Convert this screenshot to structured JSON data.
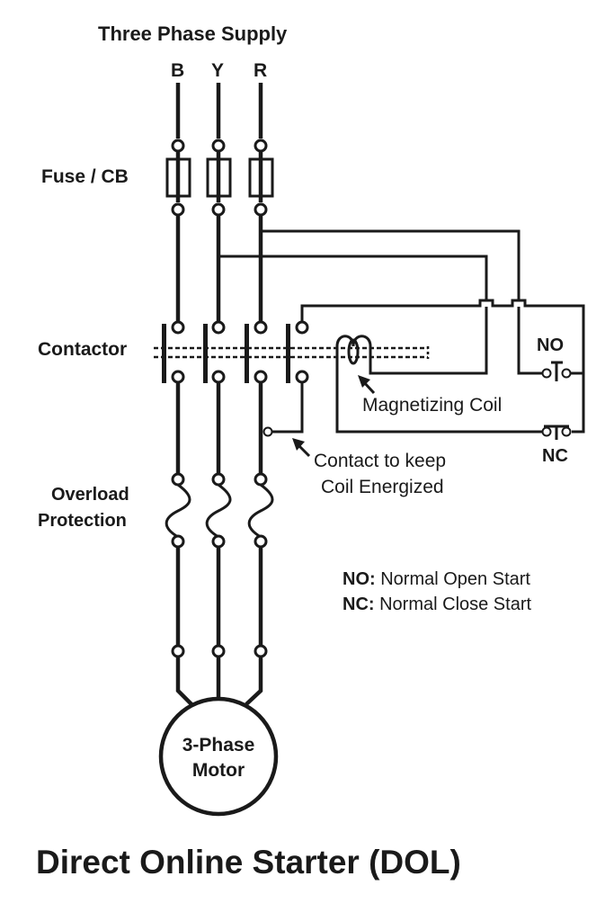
{
  "diagram": {
    "title": "Direct Online Starter (DOL)",
    "supply": {
      "label": "Three Phase Supply",
      "phases": [
        "B",
        "Y",
        "R"
      ]
    },
    "stages": {
      "fuse": "Fuse / CB",
      "contactor": "Contactor",
      "overload_line1": "Overload",
      "overload_line2": "Protection"
    },
    "motor": {
      "line1": "3-Phase",
      "line2": "Motor"
    },
    "annotations": {
      "coil": "Magnetizing Coil",
      "holding_line1": "Contact to keep",
      "holding_line2": "Coil Energized"
    },
    "switches": {
      "no": "NO",
      "nc": "NC"
    },
    "legend": [
      {
        "key": "NO:",
        "text": "Normal Open Start"
      },
      {
        "key": "NC:",
        "text": "Normal Close Start"
      }
    ],
    "colors": {
      "ink": "#1a1a1a",
      "background": "#ffffff"
    }
  }
}
